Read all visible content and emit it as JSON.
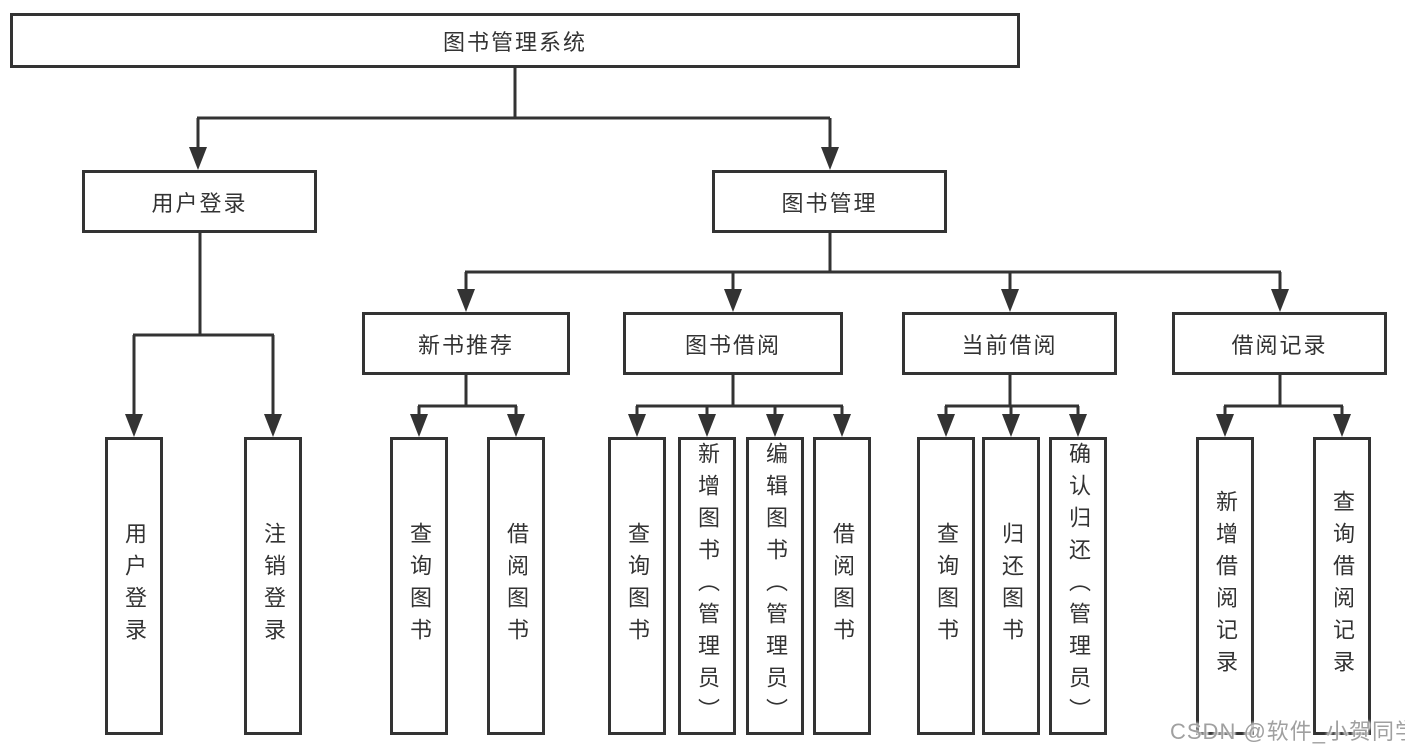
{
  "diagram": {
    "watermark": "CSDN @软件_小贺同学",
    "colors": {
      "line": "#333333",
      "text": "#333333",
      "background": "#ffffff",
      "watermark": "#a0a0a0"
    },
    "tree": {
      "label": "图书管理系统",
      "children": [
        {
          "label": "用户登录",
          "children": [
            {
              "label": "用户登录"
            },
            {
              "label": "注销登录"
            }
          ]
        },
        {
          "label": "图书管理",
          "children": [
            {
              "label": "新书推荐",
              "children": [
                {
                  "label": "查询图书"
                },
                {
                  "label": "借阅图书"
                }
              ]
            },
            {
              "label": "图书借阅",
              "children": [
                {
                  "label": "查询图书"
                },
                {
                  "label": "新增图书（管理员）"
                },
                {
                  "label": "编辑图书（管理员）"
                },
                {
                  "label": "借阅图书"
                }
              ]
            },
            {
              "label": "当前借阅",
              "children": [
                {
                  "label": "查询图书"
                },
                {
                  "label": "归还图书"
                },
                {
                  "label": "确认归还（管理员）"
                }
              ]
            },
            {
              "label": "借阅记录",
              "children": [
                {
                  "label": "新增借阅记录"
                },
                {
                  "label": "查询借阅记录"
                }
              ]
            }
          ]
        }
      ]
    }
  }
}
